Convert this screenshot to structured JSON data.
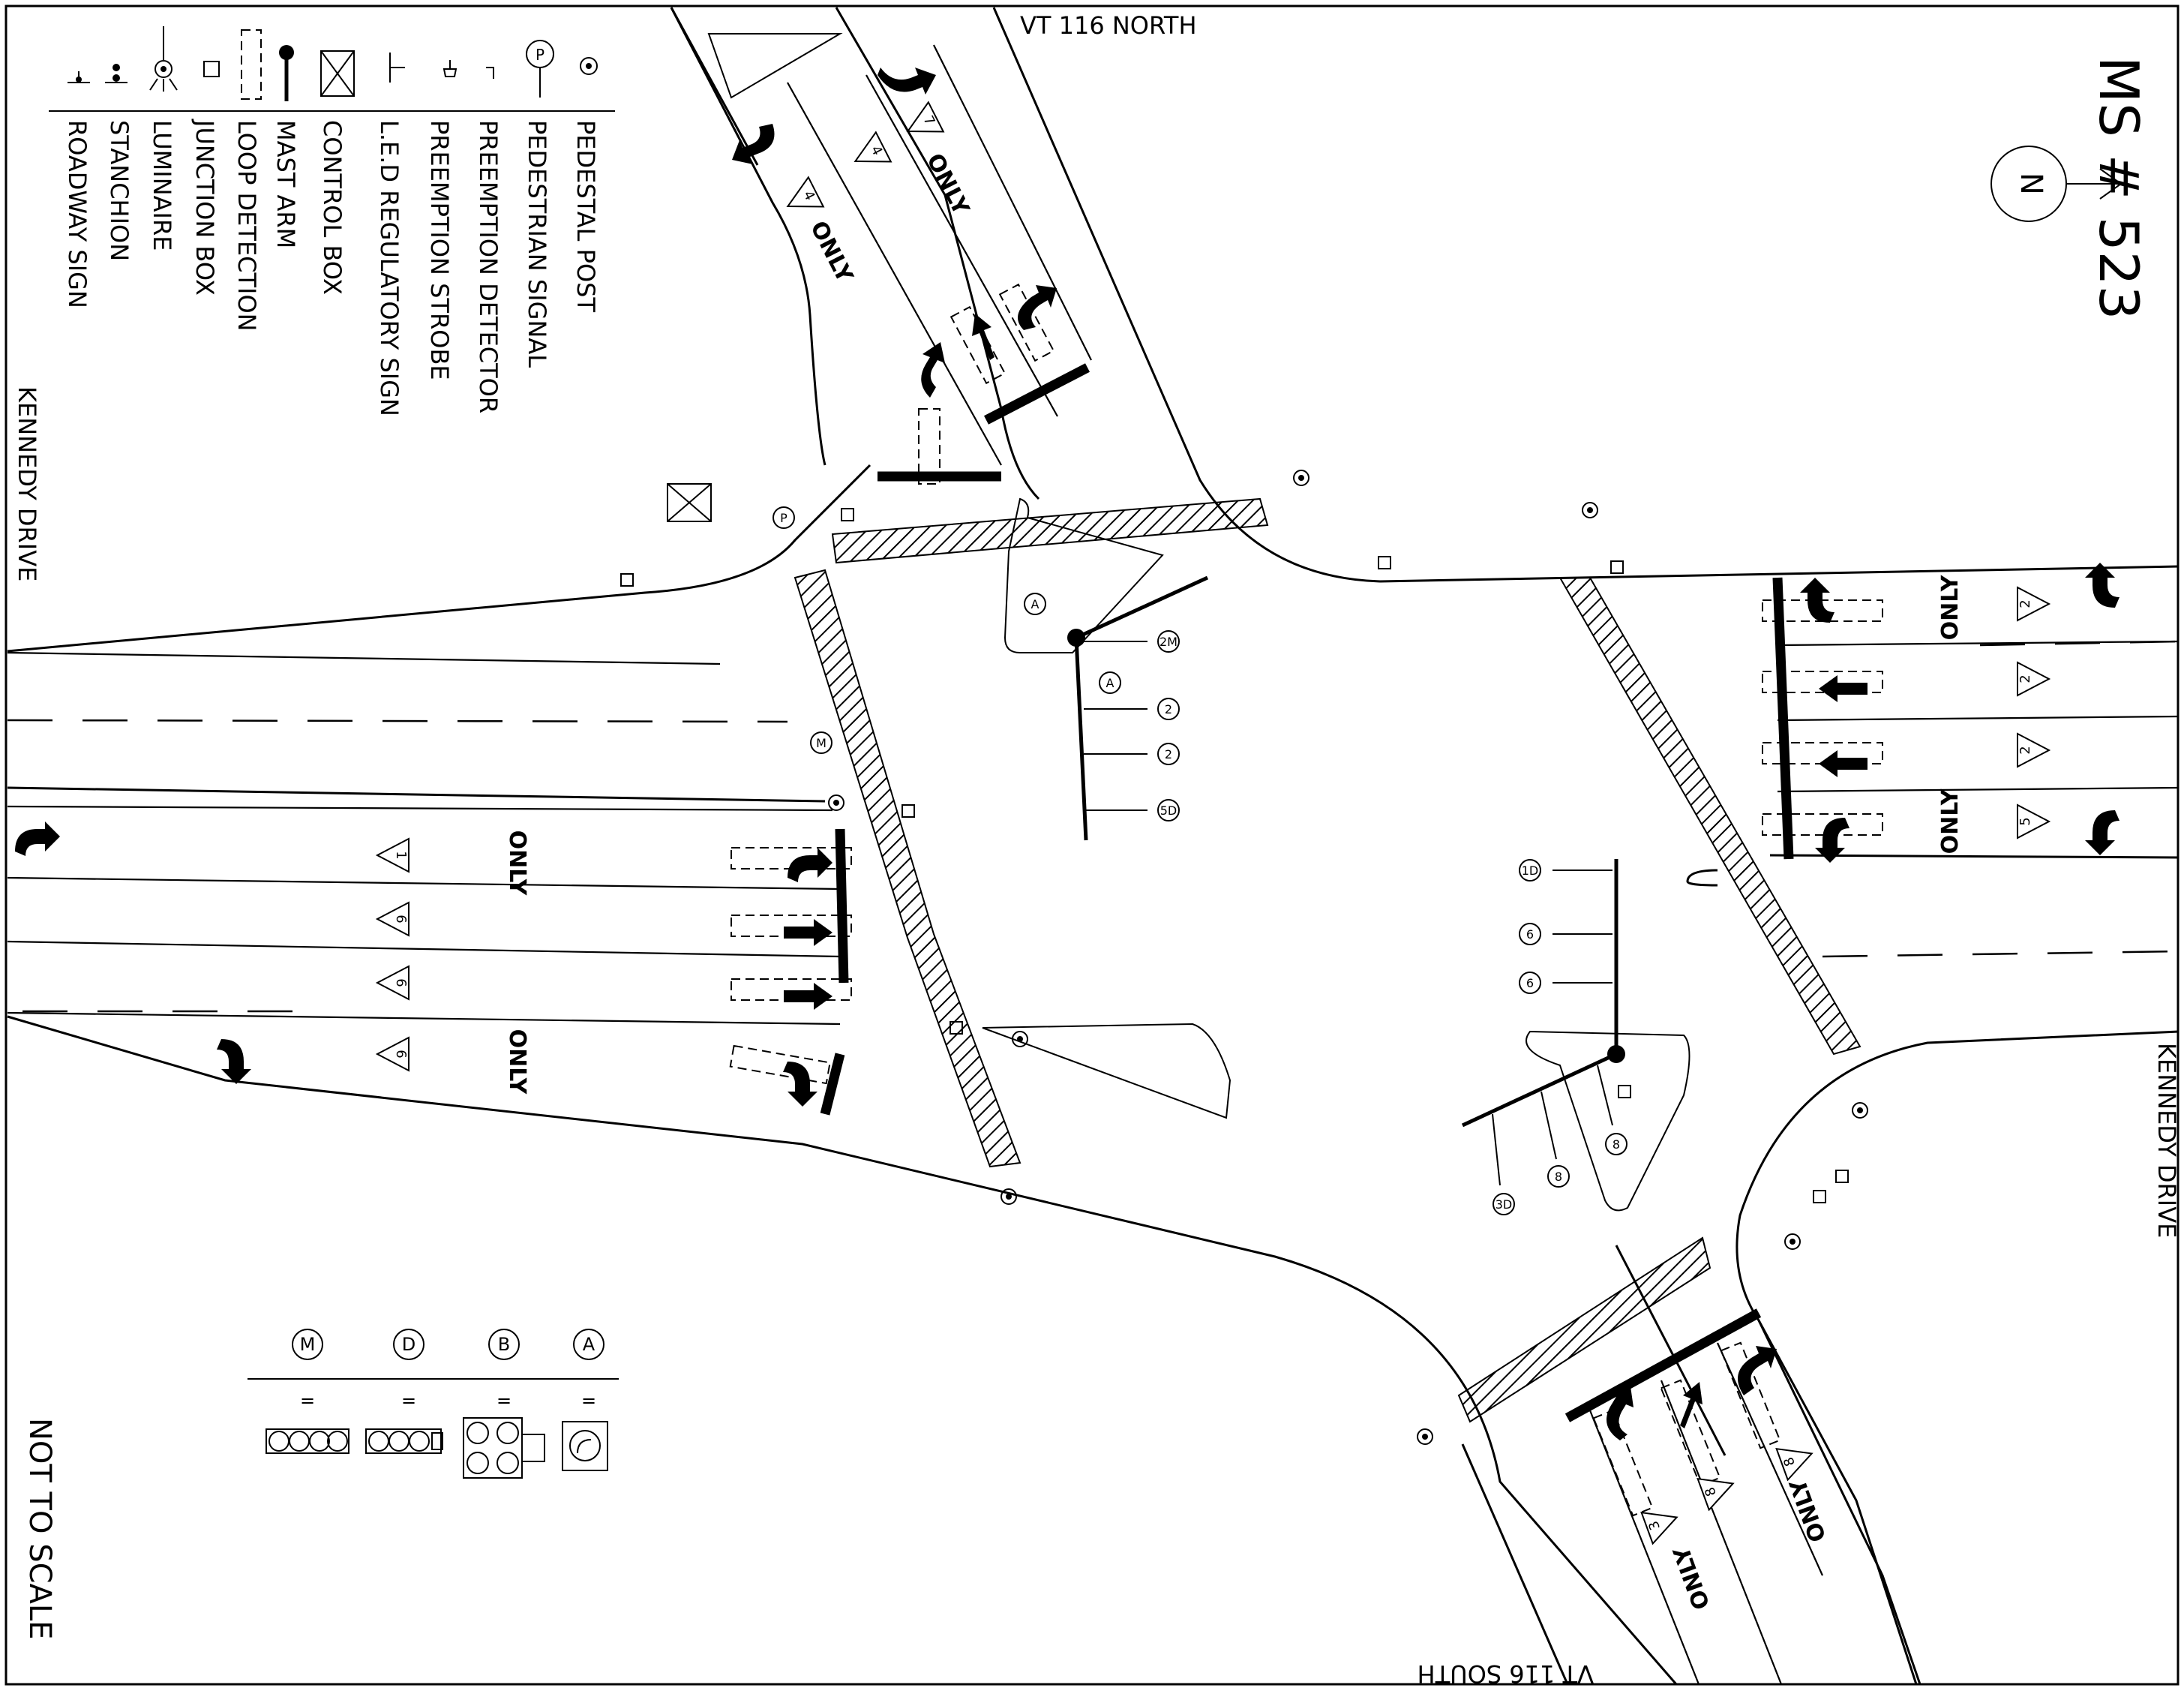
{
  "drawing": {
    "sheet_id": "MS # 523",
    "north_label": "N",
    "not_to_scale": "NOT TO SCALE"
  },
  "streets": {
    "north_leg": "VT 116 NORTH",
    "south_leg": "VT 116 SOUTH",
    "west_leg": "KENNEDY DRIVE",
    "east_leg": "KENNEDY DRIVE"
  },
  "legend": [
    {
      "symbol": "pedestal-post-icon",
      "label": "PEDESTAL POST"
    },
    {
      "symbol": "pedestrian-signal-icon",
      "label": "PEDESTRIAN SIGNAL"
    },
    {
      "symbol": "preemption-detector-icon",
      "label": "PREEMPTION DETECTOR"
    },
    {
      "symbol": "preemption-strobe-icon",
      "label": "PREEMPTION STROBE"
    },
    {
      "symbol": "regulatory-sign-icon",
      "label": "L.E.D REGULATORY SIGN"
    },
    {
      "symbol": "control-box-icon",
      "label": "CONTROL BOX"
    },
    {
      "symbol": "mast-arm-icon",
      "label": "MAST ARM"
    },
    {
      "symbol": "loop-detection-icon",
      "label": "LOOP DETECTION"
    },
    {
      "symbol": "junction-box-icon",
      "label": "JUNCTION BOX"
    },
    {
      "symbol": "luminaire-icon",
      "label": "LUMINAIRE"
    },
    {
      "symbol": "stanchion-icon",
      "label": "STANCHION"
    },
    {
      "symbol": "roadway-sign-icon",
      "label": "ROADWAY SIGN"
    }
  ],
  "signal_head_key": [
    {
      "code": "A",
      "equals": "=",
      "symbol": "arrow-head-icon"
    },
    {
      "code": "B",
      "equals": "=",
      "symbol": "doghouse-head-icon"
    },
    {
      "code": "D",
      "equals": "=",
      "symbol": "three-up-arrow-head-icon"
    },
    {
      "code": "M",
      "equals": "=",
      "symbol": "three-down-arrow-head-icon"
    }
  ],
  "lane_markings": {
    "only": "ONLY",
    "phases": [
      "7",
      "4",
      "4",
      "2",
      "2",
      "2",
      "5",
      "1",
      "6",
      "6",
      "6",
      "3",
      "8",
      "8"
    ]
  },
  "signal_heads": {
    "nw_mast": [
      "2M",
      "2",
      "2",
      "5D"
    ],
    "se_mast": [
      "1D",
      "6",
      "6",
      "8",
      "8",
      "3D"
    ],
    "misc": [
      "A",
      "A",
      "M",
      "P"
    ]
  }
}
